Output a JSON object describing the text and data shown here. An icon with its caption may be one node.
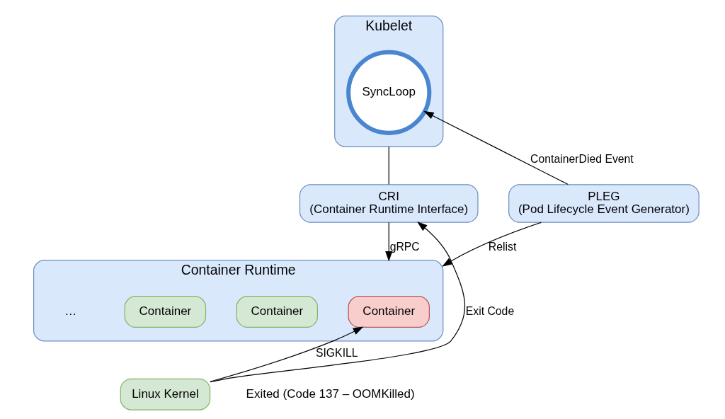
{
  "diagram": {
    "nodes": [
      {
        "text": [
          "Kubelet"
        ]
      },
      {
        "text": [
          "SyncLoop"
        ],
        "in": 0
      },
      {
        "text": [
          "CRI",
          "(Container Runtime Interface)"
        ]
      },
      {
        "text": [
          "Container Runtime"
        ]
      },
      {
        "text": [
          "Container"
        ],
        "in": 3
      },
      {
        "text": [
          "Container"
        ],
        "in": 3
      },
      {
        "text": [
          "Container"
        ],
        "in": 3
      },
      {
        "text": [
          "PLEG",
          "(Pod Lifecycle Event Generator)"
        ]
      },
      {
        "text": [
          "Linux Kernel"
        ]
      }
    ],
    "edges": [
      {
        "from": 0,
        "to": 2,
        "arrow": "none"
      },
      {
        "from": 2,
        "to": 3,
        "arrow": "to",
        "label": "gRPC"
      },
      {
        "from": 7,
        "to": 3,
        "arrow": "to",
        "label": "Relist"
      },
      {
        "from": 7,
        "to": 1,
        "arrow": "to",
        "label": "ContainerDied Event"
      },
      {
        "from": 8,
        "to": 4,
        "arrow": "to",
        "label": "SIGKILL"
      },
      {
        "from": 8,
        "to": 2,
        "arrow": "to",
        "label": "Exit Code"
      }
    ],
    "labels": [
      "…",
      "Exited (Code 137 – OOMKilled)"
    ]
  }
}
